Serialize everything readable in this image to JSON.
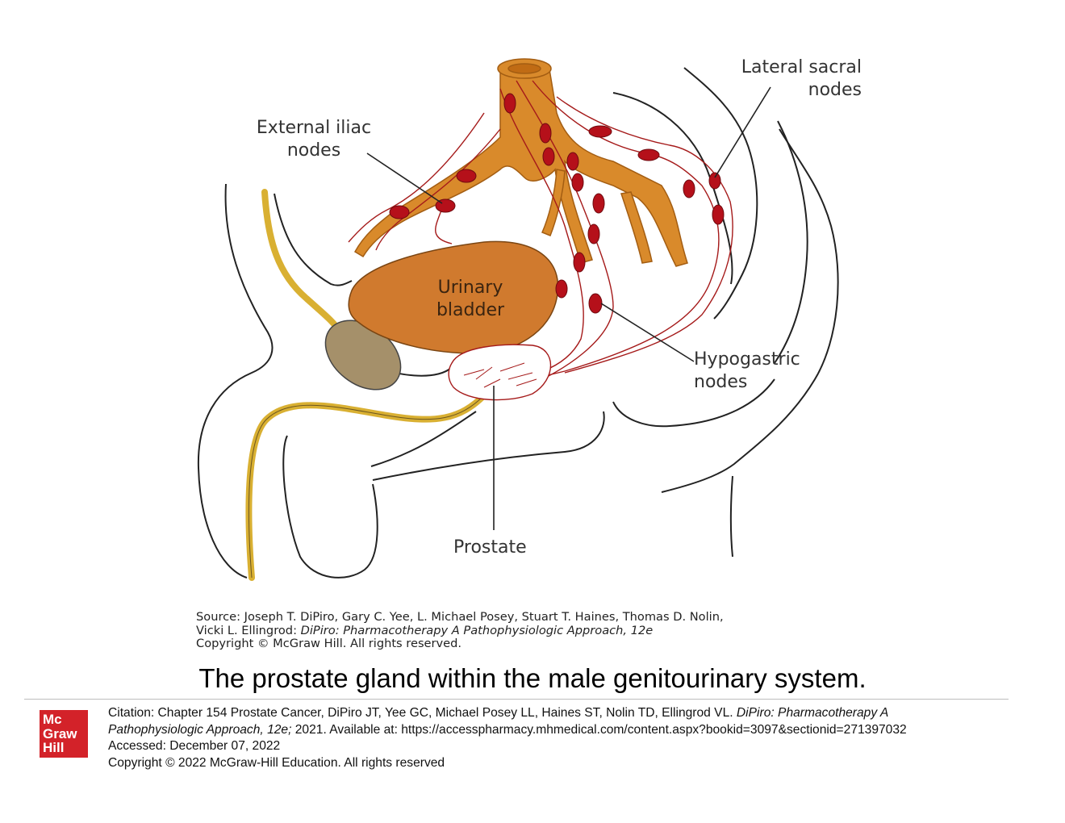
{
  "labels": {
    "external_iliac_line1": "External iliac",
    "external_iliac_line2": "nodes",
    "lateral_sacral_line1": "Lateral sacral",
    "lateral_sacral_line2": "nodes",
    "hypogastric_line1": "Hypogastric",
    "hypogastric_line2": "nodes",
    "bladder_line1": "Urinary",
    "bladder_line2": "bladder",
    "prostate": "Prostate"
  },
  "source": {
    "line1": "Source: Joseph T. DiPiro, Gary C. Yee, L. Michael Posey, Stuart T. Haines, Thomas D. Nolin,",
    "line2_prefix": "Vicki L. Ellingrod: ",
    "line2_title": "DiPiro: Pharmacotherapy A Pathophysiologic Approach, 12e",
    "line3": "Copyright © McGraw Hill. All rights reserved."
  },
  "caption": "The prostate gland within the male genitourinary system.",
  "logo": {
    "line1": "Mc",
    "line2": "Graw",
    "line3": "Hill"
  },
  "citation": {
    "line1_prefix": "Citation: Chapter 154 Prostate Cancer, DiPiro JT, Yee GC, Michael Posey LL, Haines ST, Nolin TD, Ellingrod VL. ",
    "line1_title": "DiPiro: Pharmacotherapy A",
    "line2_title": "Pathophysiologic Approach, 12e;",
    "line2_suffix": " 2021. Available at: https://accesspharmacy.mhmedical.com/content.aspx?bookid=3097&sectionid=271397032",
    "line3": "Accessed: December 07, 2022",
    "line4": "Copyright © 2022 McGraw-Hill Education. All rights reserved"
  },
  "colors": {
    "artery": "#d98a2b",
    "artery_dark": "#a35d12",
    "node": "#b5101a",
    "lymph": "#a51a1a",
    "bladder": "#d07a2e",
    "seminal": "#a5906a",
    "duct": "#d9b032",
    "logo": "#d32229"
  }
}
